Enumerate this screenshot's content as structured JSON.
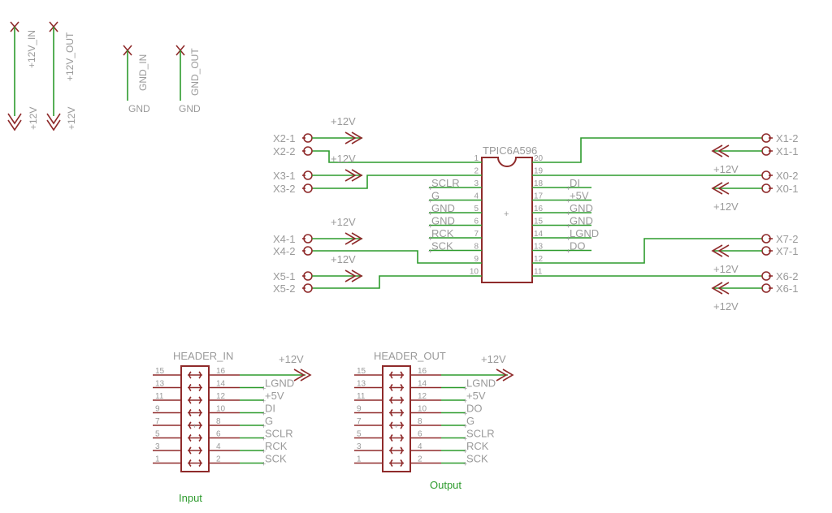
{
  "supply_symbols": {
    "in_12v_name": "+12V_IN",
    "in_12v_net": "+12V",
    "out_12v_name": "+12V_OUT",
    "out_12v_net": "+12V",
    "in_gnd_name": "GND_IN",
    "in_gnd_net": "GND",
    "out_gnd_name": "GND_OUT",
    "out_gnd_net": "GND"
  },
  "ic": {
    "name": "TPIC6A596",
    "left_pins": [
      {
        "num": "1",
        "net": ""
      },
      {
        "num": "2",
        "net": ""
      },
      {
        "num": "3",
        "net": "SCLR"
      },
      {
        "num": "4",
        "net": "G"
      },
      {
        "num": "5",
        "net": "GND"
      },
      {
        "num": "6",
        "net": "GND"
      },
      {
        "num": "7",
        "net": "RCK"
      },
      {
        "num": "8",
        "net": "SCK"
      },
      {
        "num": "9",
        "net": ""
      },
      {
        "num": "10",
        "net": ""
      }
    ],
    "right_pins": [
      {
        "num": "20",
        "net": ""
      },
      {
        "num": "19",
        "net": ""
      },
      {
        "num": "18",
        "net": "DI"
      },
      {
        "num": "17",
        "net": "+5V"
      },
      {
        "num": "16",
        "net": "GND"
      },
      {
        "num": "15",
        "net": "GND"
      },
      {
        "num": "14",
        "net": "LGND"
      },
      {
        "num": "13",
        "net": "DO"
      },
      {
        "num": "12",
        "net": ""
      },
      {
        "num": "11",
        "net": ""
      }
    ]
  },
  "left_connectors": [
    "X2-1",
    "X2-2",
    "X3-1",
    "X3-2",
    "X4-1",
    "X4-2",
    "X5-1",
    "X5-2"
  ],
  "right_connectors": [
    "X1-2",
    "X1-1",
    "X0-2",
    "X0-1",
    "X7-2",
    "X7-1",
    "X6-2",
    "X6-1"
  ],
  "supply_12v_label": "+12V",
  "header_in": {
    "name": "HEADER_IN",
    "net_label": "Input",
    "supply_label": "+12V",
    "odd_pins": [
      "15",
      "13",
      "11",
      "9",
      "7",
      "5",
      "3",
      "1"
    ],
    "even_pins": [
      "16",
      "14",
      "12",
      "10",
      "8",
      "6",
      "4",
      "2"
    ],
    "nets": [
      "",
      "LGND",
      "+5V",
      "DI",
      "G",
      "SCLR",
      "RCK",
      "SCK"
    ]
  },
  "header_out": {
    "name": "HEADER_OUT",
    "net_label": "Output",
    "supply_label": "+12V",
    "odd_pins": [
      "15",
      "13",
      "11",
      "9",
      "7",
      "5",
      "3",
      "1"
    ],
    "even_pins": [
      "16",
      "14",
      "12",
      "10",
      "8",
      "6",
      "4",
      "2"
    ],
    "nets": [
      "",
      "LGND",
      "+5V",
      "DO",
      "G",
      "SCLR",
      "RCK",
      "SCK"
    ]
  }
}
